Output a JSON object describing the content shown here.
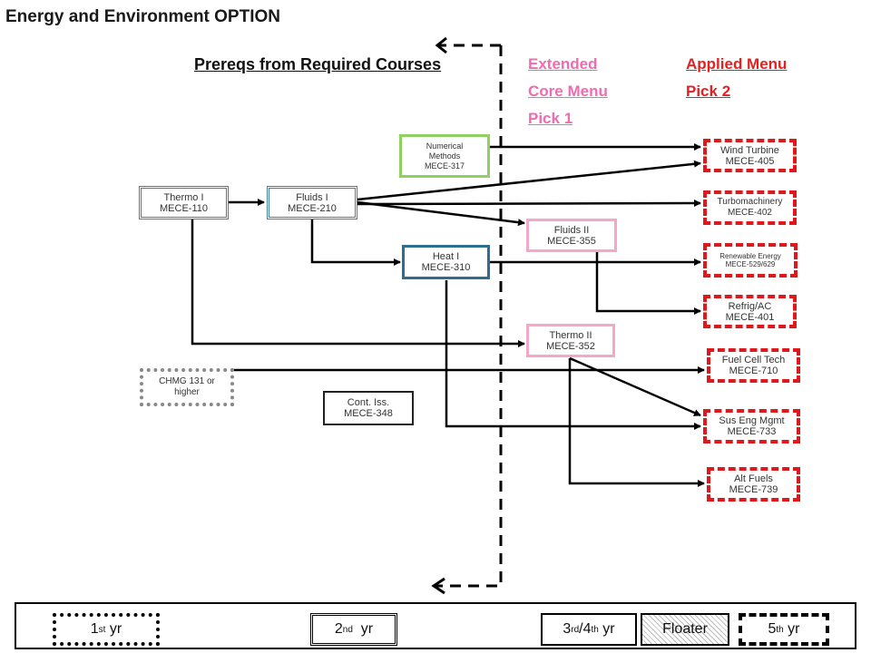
{
  "title": "Energy and Environment OPTION",
  "headers": {
    "prereqs": "Prereqs from Required Courses",
    "extended": [
      "Extended",
      "Core Menu",
      "Pick 1"
    ],
    "applied": [
      "Applied  Menu",
      "Pick 2"
    ]
  },
  "courses": {
    "thermo1": {
      "name": "Thermo  I",
      "code": "MECE-110"
    },
    "fluids1": {
      "name": "Fluids I",
      "code": "MECE-210"
    },
    "heat1": {
      "name": "Heat  I",
      "code": "MECE-310"
    },
    "numerical": {
      "name": "Numerical",
      "name2": "Methods",
      "code": "MECE-317"
    },
    "fluids2": {
      "name": "Fluids II",
      "code": "MECE-355"
    },
    "thermo2": {
      "name": "Thermo  II",
      "code": "MECE-352"
    },
    "chmg": {
      "name": "CHMG 131 or",
      "code": "higher"
    },
    "contiss": {
      "name": "Cont. Iss.",
      "code": "MECE-348"
    }
  },
  "applied": {
    "wind": {
      "name": "Wind Turbine",
      "code": "MECE-405"
    },
    "turbo": {
      "name": "Turbomachinery",
      "code": "MECE-402"
    },
    "renewable": {
      "name": "Renewable Energy",
      "code": "MECE-529/629"
    },
    "refrig": {
      "name": "Refrig/AC",
      "code": "MECE-401"
    },
    "fuelcell": {
      "name": "Fuel Cell Tech",
      "code": "MECE-710"
    },
    "suseng": {
      "name": "Sus Eng Mgmt",
      "code": "MECE-733"
    },
    "altfuels": {
      "name": "Alt Fuels",
      "code": "MECE-739"
    }
  },
  "legend": {
    "yr1": {
      "num": "1",
      "sup": "st",
      "text": " yr"
    },
    "yr2": {
      "num": "2",
      "sup": "nd",
      "text": "  yr"
    },
    "yr34": {
      "num": "3",
      "sup": "rd",
      "mid": "/4",
      "sup2": "th",
      "text": " yr"
    },
    "floater": "Floater",
    "yr5": {
      "num": "5",
      "sup": "th",
      "text": " yr"
    }
  },
  "colors": {
    "first_year": "#888888",
    "second_year": "#3d80a8",
    "third_fourth_year": "#2c6e8f",
    "extended_green": "#8ed162",
    "extended_pink": "#f4a7c8",
    "applied_red": "#e0181c",
    "extended_header": "#f06bb0",
    "applied_header": "#e52020"
  }
}
